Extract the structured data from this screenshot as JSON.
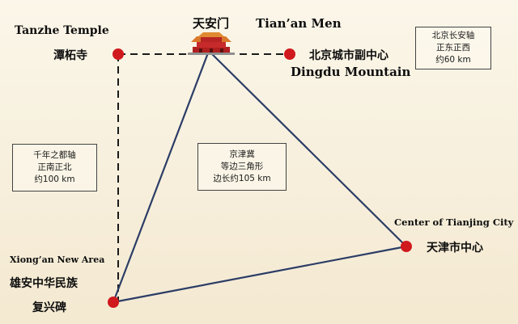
{
  "places": {
    "tanzhe": {
      "en": "Tanzhe Temple",
      "cn": "潭柘寺"
    },
    "tiananmen": {
      "cn": "天安门",
      "en": "Tian’an Men"
    },
    "dingdu": {
      "cn": "北京城市副中心",
      "en": "Dingdu Mountain"
    },
    "tianjin": {
      "en": "Center of Tianjing City",
      "cn": "天津市中心"
    },
    "xiongan": {
      "en": "Xiong’an New Area",
      "cn1": "雄安中华民族",
      "cn2": "复兴碑"
    }
  },
  "notes": {
    "east_west": [
      "北京长安轴",
      "正东正西",
      "约60 km"
    ],
    "north_south": [
      "千年之都轴",
      "正南正北",
      "约100 km"
    ],
    "triangle": [
      "京津冀",
      "等边三角形",
      "边长约105 km"
    ]
  },
  "colors": {
    "point": "#d0191d",
    "line": "#2b3d66",
    "background": "#f8f0df"
  },
  "icons": {
    "tiananmen": "tiananmen-gate-icon"
  }
}
